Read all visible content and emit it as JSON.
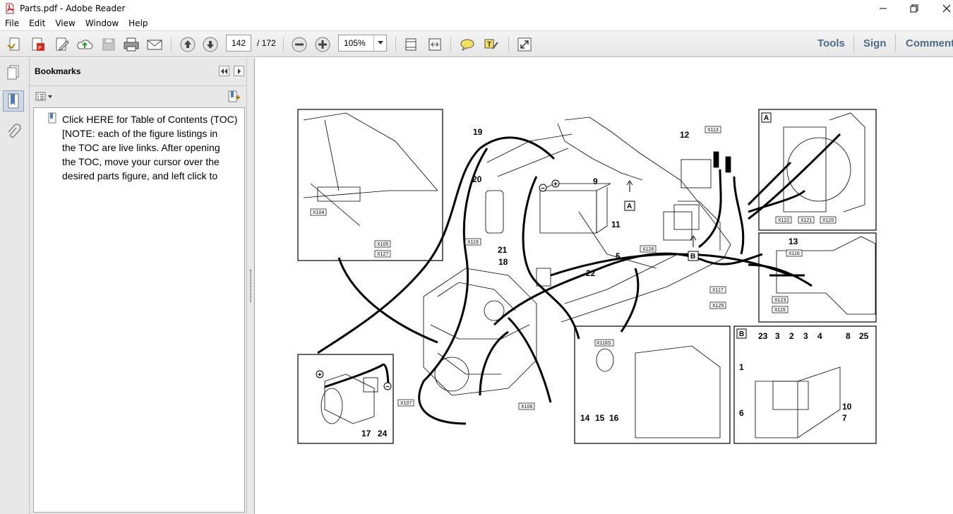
{
  "window": {
    "title": "Parts.pdf - Adobe Reader"
  },
  "menu": [
    "File",
    "Edit",
    "View",
    "Window",
    "Help"
  ],
  "toolbar": {
    "page_current": "142",
    "page_total": "/ 172",
    "zoom": "105%",
    "tools_label": "Tools",
    "sign_label": "Sign",
    "comment_label": "Comment"
  },
  "bookmarks": {
    "panel_title": "Bookmarks",
    "item_text_lines": [
      "Click HERE for Table of Contents (TOC)",
      "[NOTE: each of the figure listings in",
      "the TOC are live links. After opening",
      "the TOC, move your cursor over the",
      "desired parts figure, and left click to"
    ]
  },
  "diagram": {
    "item_numbers": [
      "19",
      "20",
      "9",
      "12",
      "11",
      "21",
      "18",
      "22",
      "5",
      "13",
      "17",
      "24",
      "14",
      "15",
      "16",
      "23",
      "3",
      "2",
      "3",
      "4",
      "8",
      "25",
      "1",
      "6",
      "10",
      "7"
    ],
    "connector_tags": [
      "X104",
      "X105",
      "X127",
      "X119",
      "X113",
      "X126",
      "X116",
      "X117",
      "X125",
      "X123",
      "X115",
      "X107",
      "X106",
      "X118S",
      "X122",
      "X121",
      "X120"
    ],
    "box_letters": [
      "A",
      "B"
    ],
    "polarity_marks": [
      "+",
      "−"
    ]
  }
}
